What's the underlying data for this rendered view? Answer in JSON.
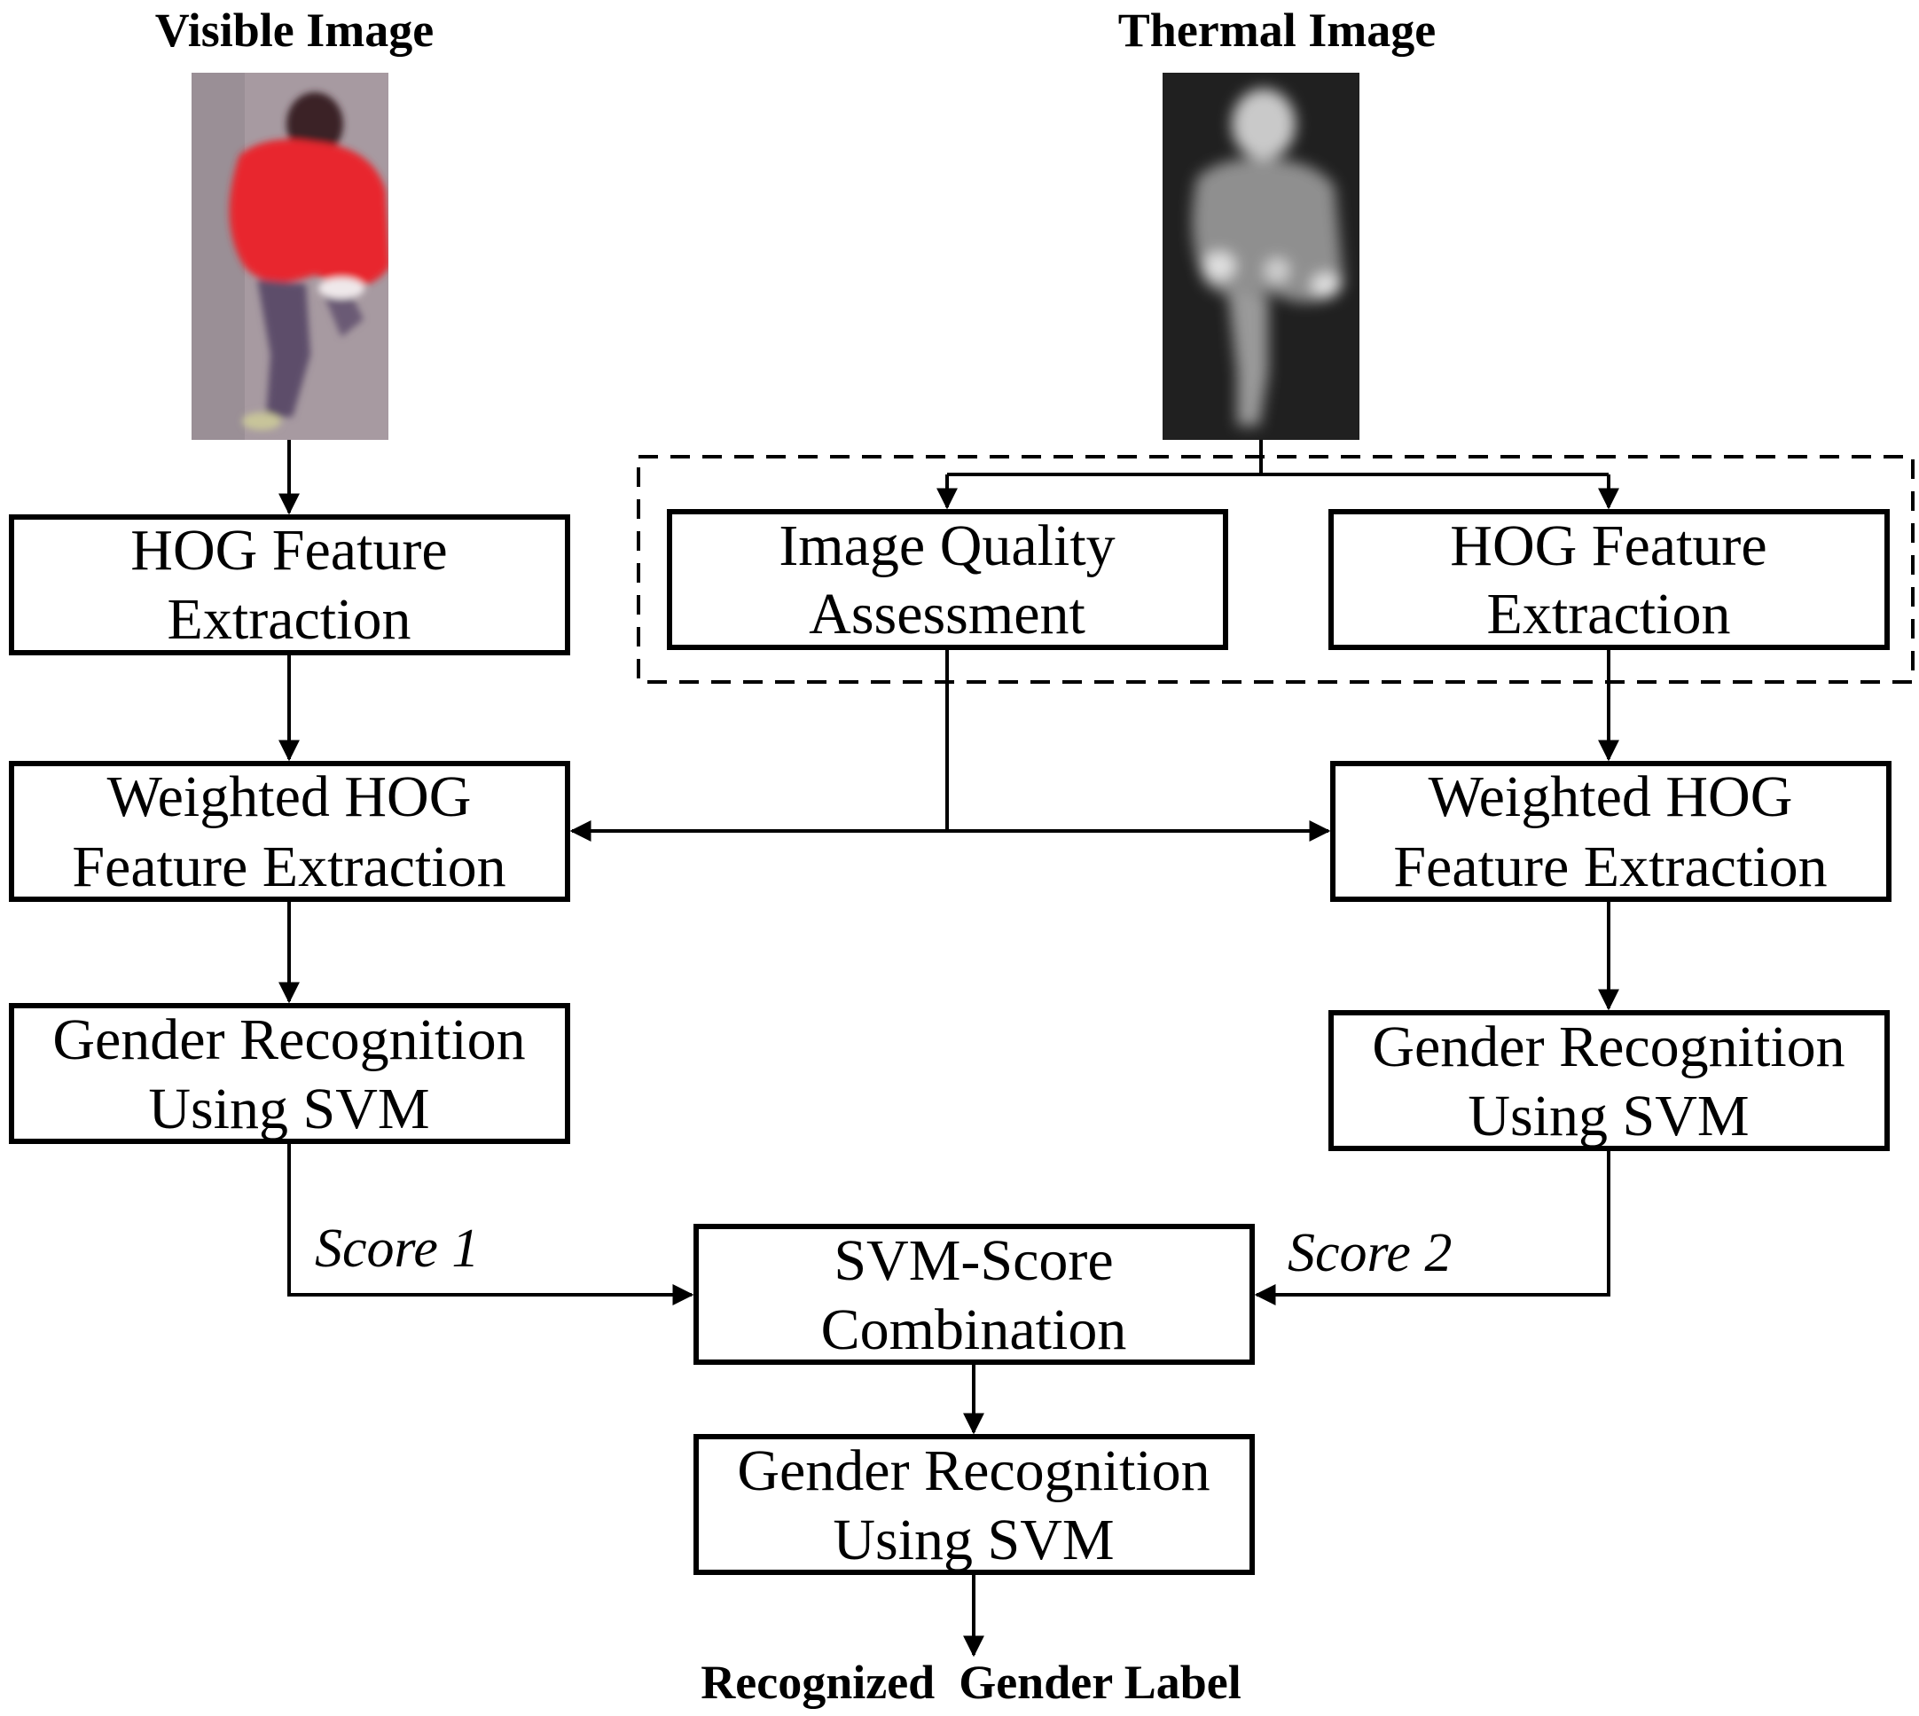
{
  "titles": {
    "visible": "Visible Image",
    "thermal": "Thermal Image",
    "output": "Recognized  Gender Label"
  },
  "boxes": {
    "hog_visible": [
      "HOG Feature",
      "Extraction"
    ],
    "iqa": [
      "Image  Quality",
      "Assessment"
    ],
    "hog_thermal": [
      "HOG Feature",
      "Extraction"
    ],
    "whog_visible": [
      "Weighted HOG",
      "Feature Extraction"
    ],
    "whog_thermal": [
      "Weighted HOG",
      "Feature Extraction"
    ],
    "svm_visible": [
      "Gender Recognition",
      "Using SVM"
    ],
    "svm_thermal": [
      "Gender Recognition",
      "Using SVM"
    ],
    "score_comb": [
      "SVM-Score",
      "Combination"
    ],
    "svm_final": [
      "Gender Recognition",
      "Using SVM"
    ]
  },
  "scores": {
    "score1": "Score 1",
    "score2": "Score 2"
  },
  "images": {
    "visible": "visible-person-photo",
    "thermal": "thermal-person-photo"
  },
  "colors": {
    "jacket_red": "#e8262f",
    "thermal_bg": "#202020"
  }
}
